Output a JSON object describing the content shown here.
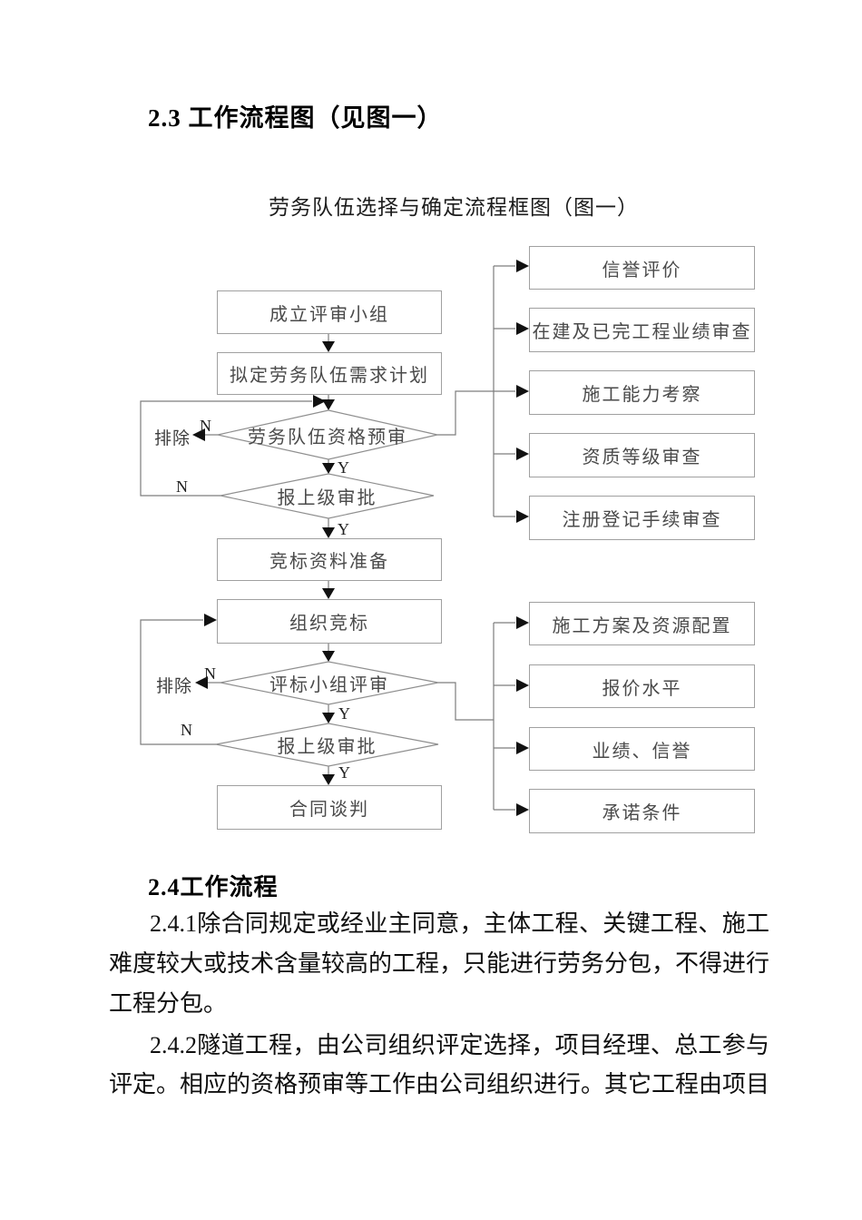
{
  "document": {
    "section_2_3_heading": "2.3 工作流程图（见图一）",
    "section_2_4_heading": "2.4工作流程",
    "para_2_4_1": [
      "2.4.1除合同规定或经业主同意，主体工程、关键工程、施工",
      "难度较大或技术含量较高的工程，只能进行劳务分包，不得进行",
      "工程分包。"
    ],
    "para_2_4_2": [
      "2.4.2隧道工程，由公司组织评定选择，项目经理、总工参与",
      "评定。相应的资格预审等工作由公司组织进行。其它工程由项目"
    ]
  },
  "flowchart": {
    "title": "劳务队伍选择与确定流程框图（图一）",
    "nodes": {
      "establish_team": "成立评审小组",
      "demand_plan": "拟定劳务队伍需求计划",
      "prequalification": "劳务队伍资格预审",
      "superior_approval_1": "报上级审批",
      "bid_material": "竞标资料准备",
      "organize_bidding": "组织竞标",
      "evaluation_review": "评标小组评审",
      "superior_approval_2": "报上级审批",
      "contract_negotiation": "合同谈判",
      "reputation_evaluation": "信誉评价",
      "performance_review": "在建及已完工程业绩审查",
      "capability_inspection": "施工能力考察",
      "qualification_grade": "资质等级审查",
      "registration_review": "注册登记手续审查",
      "construction_plan": "施工方案及资源配置",
      "quotation_level": "报价水平",
      "performance_reputation": "业绩、信誉",
      "commitment_conditions": "承诺条件"
    },
    "labels": {
      "yes": "Y",
      "no": "N",
      "exclude": "排除"
    },
    "line_color": "#7d7d7d",
    "arrow_color": "#111111"
  }
}
